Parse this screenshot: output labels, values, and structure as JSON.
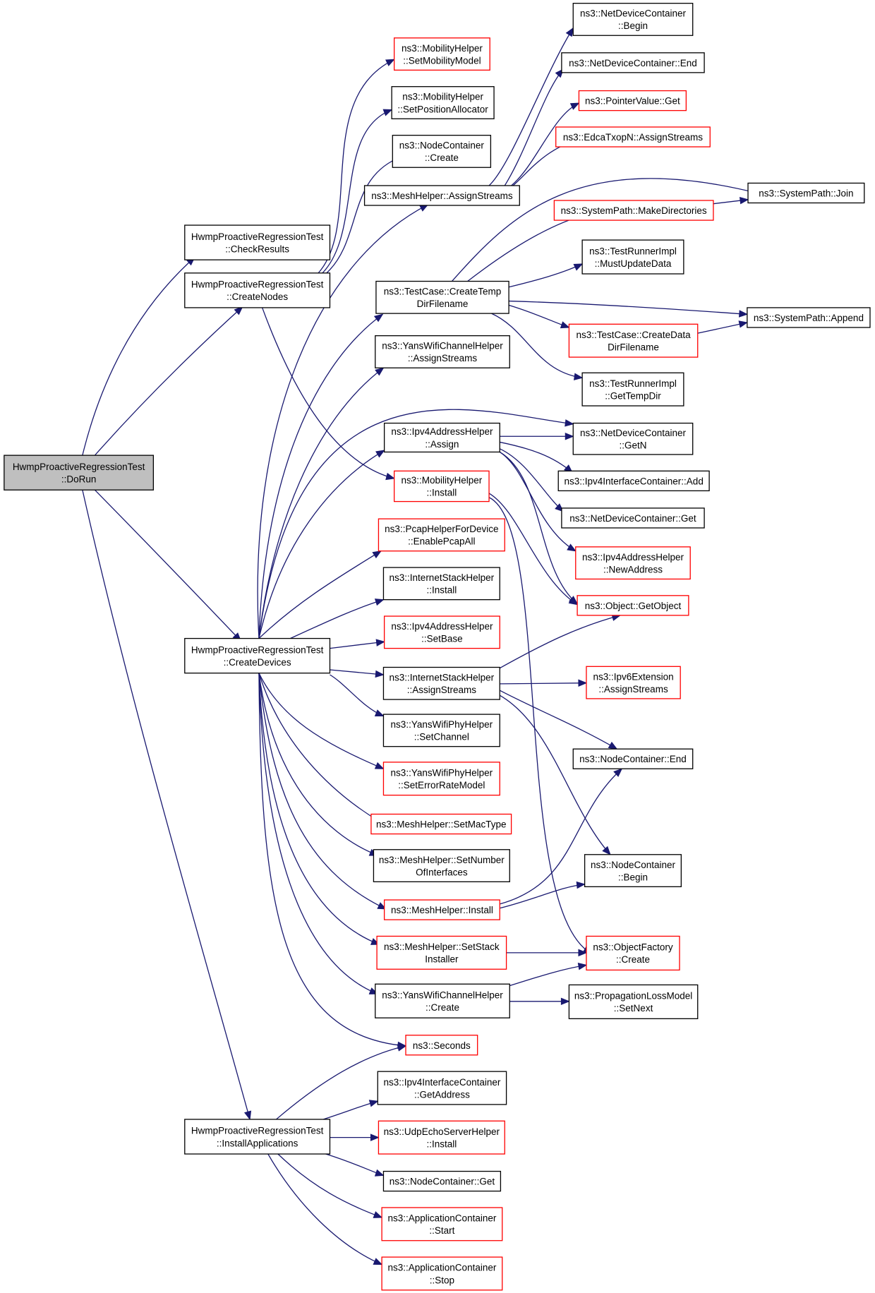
{
  "colors": {
    "edge": "#191970",
    "node_border_normal": "#000000",
    "node_border_truncated": "#ff0000",
    "node_fill_selected": "#bfbfbf",
    "node_fill": "#ffffff"
  },
  "nodes": [
    {
      "id": "dorun",
      "lines": [
        "HwmpProactiveRegressionTest",
        "::DoRun"
      ],
      "style": "selected"
    },
    {
      "id": "checkresults",
      "lines": [
        "HwmpProactiveRegressionTest",
        "::CheckResults"
      ],
      "style": "normal"
    },
    {
      "id": "createnodes",
      "lines": [
        "HwmpProactiveRegressionTest",
        "::CreateNodes"
      ],
      "style": "normal"
    },
    {
      "id": "createdevices",
      "lines": [
        "HwmpProactiveRegressionTest",
        "::CreateDevices"
      ],
      "style": "normal"
    },
    {
      "id": "installapps",
      "lines": [
        "HwmpProactiveRegressionTest",
        "::InstallApplications"
      ],
      "style": "normal"
    },
    {
      "id": "mob_setmodel",
      "lines": [
        "ns3::MobilityHelper",
        "::SetMobilityModel"
      ],
      "style": "red"
    },
    {
      "id": "mob_setpos",
      "lines": [
        "ns3::MobilityHelper",
        "::SetPositionAllocator"
      ],
      "style": "normal"
    },
    {
      "id": "nc_create",
      "lines": [
        "ns3::NodeContainer",
        "::Create"
      ],
      "style": "normal"
    },
    {
      "id": "mesh_assign",
      "lines": [
        "ns3::MeshHelper::AssignStreams"
      ],
      "style": "normal"
    },
    {
      "id": "tc_tempdir",
      "lines": [
        "ns3::TestCase::CreateTemp",
        "DirFilename"
      ],
      "style": "normal"
    },
    {
      "id": "ywch_assign",
      "lines": [
        "ns3::YansWifiChannelHelper",
        "::AssignStreams"
      ],
      "style": "normal"
    },
    {
      "id": "ipv4ah_assign",
      "lines": [
        "ns3::Ipv4AddressHelper",
        "::Assign"
      ],
      "style": "normal"
    },
    {
      "id": "mob_install",
      "lines": [
        "ns3::MobilityHelper",
        "::Install"
      ],
      "style": "red"
    },
    {
      "id": "pcap_enable",
      "lines": [
        "ns3::PcapHelperForDevice",
        "::EnablePcapAll"
      ],
      "style": "red"
    },
    {
      "id": "ish_install",
      "lines": [
        "ns3::InternetStackHelper",
        "::Install"
      ],
      "style": "normal"
    },
    {
      "id": "ipv4ah_setbase",
      "lines": [
        "ns3::Ipv4AddressHelper",
        "::SetBase"
      ],
      "style": "red"
    },
    {
      "id": "ish_assign",
      "lines": [
        "ns3::InternetStackHelper",
        "::AssignStreams"
      ],
      "style": "normal"
    },
    {
      "id": "ywph_setchannel",
      "lines": [
        "ns3::YansWifiPhyHelper",
        "::SetChannel"
      ],
      "style": "normal"
    },
    {
      "id": "ywph_seterr",
      "lines": [
        "ns3::YansWifiPhyHelper",
        "::SetErrorRateModel"
      ],
      "style": "red"
    },
    {
      "id": "mesh_setmac",
      "lines": [
        "ns3::MeshHelper::SetMacType"
      ],
      "style": "red"
    },
    {
      "id": "mesh_setnum",
      "lines": [
        "ns3::MeshHelper::SetNumber",
        "OfInterfaces"
      ],
      "style": "normal"
    },
    {
      "id": "mesh_install",
      "lines": [
        "ns3::MeshHelper::Install"
      ],
      "style": "red"
    },
    {
      "id": "mesh_setstack",
      "lines": [
        "ns3::MeshHelper::SetStack",
        "Installer"
      ],
      "style": "red"
    },
    {
      "id": "ywch_create",
      "lines": [
        "ns3::YansWifiChannelHelper",
        "::Create"
      ],
      "style": "normal"
    },
    {
      "id": "seconds",
      "lines": [
        "ns3::Seconds"
      ],
      "style": "red"
    },
    {
      "id": "ipv4ic_getaddr",
      "lines": [
        "ns3::Ipv4InterfaceContainer",
        "::GetAddress"
      ],
      "style": "normal"
    },
    {
      "id": "udpecho_install",
      "lines": [
        "ns3::UdpEchoServerHelper",
        "::Install"
      ],
      "style": "red"
    },
    {
      "id": "nc_get",
      "lines": [
        "ns3::NodeContainer::Get"
      ],
      "style": "normal"
    },
    {
      "id": "app_start",
      "lines": [
        "ns3::ApplicationContainer",
        "::Start"
      ],
      "style": "red"
    },
    {
      "id": "app_stop",
      "lines": [
        "ns3::ApplicationContainer",
        "::Stop"
      ],
      "style": "red"
    },
    {
      "id": "ndc_begin",
      "lines": [
        "ns3::NetDeviceContainer",
        "::Begin"
      ],
      "style": "normal"
    },
    {
      "id": "ndc_end",
      "lines": [
        "ns3::NetDeviceContainer::End"
      ],
      "style": "normal"
    },
    {
      "id": "pv_get",
      "lines": [
        "ns3::PointerValue::Get"
      ],
      "style": "red"
    },
    {
      "id": "edca_assign",
      "lines": [
        "ns3::EdcaTxopN::AssignStreams"
      ],
      "style": "red"
    },
    {
      "id": "sp_makedirs",
      "lines": [
        "ns3::SystemPath::MakeDirectories"
      ],
      "style": "red"
    },
    {
      "id": "sp_join",
      "lines": [
        "ns3::SystemPath::Join"
      ],
      "style": "normal"
    },
    {
      "id": "tri_mustupdate",
      "lines": [
        "ns3::TestRunnerImpl",
        "::MustUpdateData"
      ],
      "style": "normal"
    },
    {
      "id": "sp_append",
      "lines": [
        "ns3::SystemPath::Append"
      ],
      "style": "normal"
    },
    {
      "id": "tc_datadir",
      "lines": [
        "ns3::TestCase::CreateData",
        "DirFilename"
      ],
      "style": "red"
    },
    {
      "id": "tri_gettemp",
      "lines": [
        "ns3::TestRunnerImpl",
        "::GetTempDir"
      ],
      "style": "normal"
    },
    {
      "id": "ndc_getn",
      "lines": [
        "ns3::NetDeviceContainer",
        "::GetN"
      ],
      "style": "normal"
    },
    {
      "id": "ipv4ic_add",
      "lines": [
        "ns3::Ipv4InterfaceContainer::Add"
      ],
      "style": "normal"
    },
    {
      "id": "ndc_get",
      "lines": [
        "ns3::NetDeviceContainer::Get"
      ],
      "style": "normal"
    },
    {
      "id": "ipv4ah_newaddr",
      "lines": [
        "ns3::Ipv4AddressHelper",
        "::NewAddress"
      ],
      "style": "red"
    },
    {
      "id": "obj_getobject",
      "lines": [
        "ns3::Object::GetObject"
      ],
      "style": "red"
    },
    {
      "id": "ipv6ext_assign",
      "lines": [
        "ns3::Ipv6Extension",
        "::AssignStreams"
      ],
      "style": "red"
    },
    {
      "id": "nc_end",
      "lines": [
        "ns3::NodeContainer::End"
      ],
      "style": "normal"
    },
    {
      "id": "nc_begin",
      "lines": [
        "ns3::NodeContainer",
        "::Begin"
      ],
      "style": "normal"
    },
    {
      "id": "of_create",
      "lines": [
        "ns3::ObjectFactory",
        "::Create"
      ],
      "style": "red"
    },
    {
      "id": "plm_setnext",
      "lines": [
        "ns3::PropagationLossModel",
        "::SetNext"
      ],
      "style": "normal"
    }
  ]
}
